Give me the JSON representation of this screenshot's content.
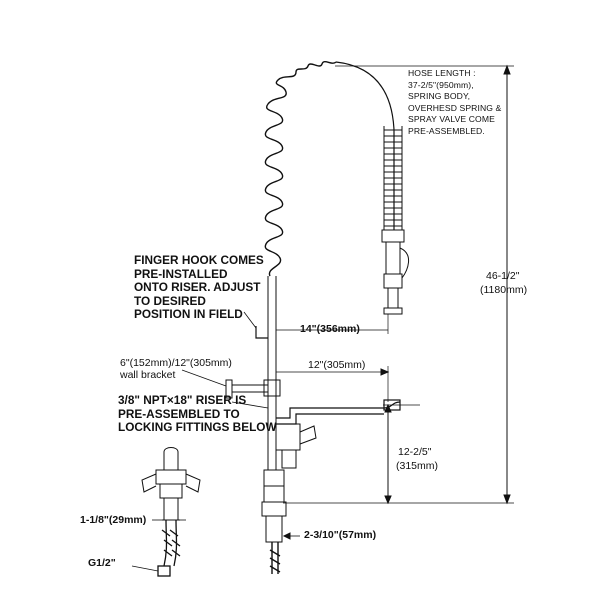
{
  "notes": {
    "hose_length": "HOSE LENGTH :\n37-2/5\"(950mm),\nSPRING BODY,\nOVERHESD SPRING &\nSPRAY VALVE COME\nPRE-ASSEMBLED.",
    "finger_hook": "FINGER HOOK COMES\nPRE-INSTALLED\nONTO RISER. ADJUST\nTO DESIRED\nPOSITION IN FIELD",
    "wall_bracket": "6\"(152mm)/12\"(305mm)\nwall bracket",
    "riser": "3/8\" NPT×18\" RISER IS\nPRE-ASSEMBLED TO\nLOCKING FITTINGS BELOW"
  },
  "dimensions": {
    "hose_offset": "14\"(356mm)",
    "spout_reach": "12\"(305mm)",
    "spout_height": "12-2/5\"",
    "spout_height_mm": "(315mm)",
    "overall_height": "46-1/2\"",
    "overall_height_mm": "(1180mm)",
    "inlet_spacing": "1-1/8\"(29mm)",
    "inlet_thread": "G1/2\"",
    "base_width": "2-3/10\"(57mm)"
  }
}
